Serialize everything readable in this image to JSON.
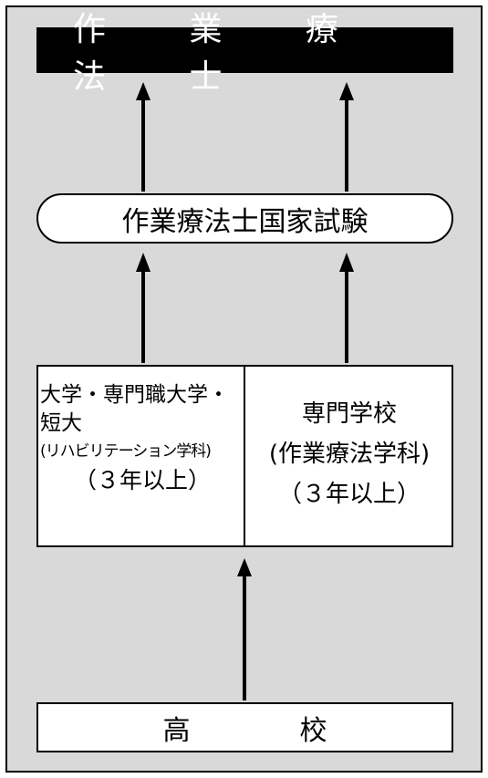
{
  "title": "作 業 療 法 士",
  "exam": "作業療法士国家試験",
  "left_school": {
    "line1": "大学・専門職大学・",
    "line2": "短大",
    "line3": "(リハビリテーション学科)",
    "line4": "（３年以上）"
  },
  "right_school": {
    "line1": "専門学校",
    "line2": "(作業療法学科)",
    "line3": "（３年以上）"
  },
  "high_school": {
    "char1": "高",
    "char2": "校"
  }
}
